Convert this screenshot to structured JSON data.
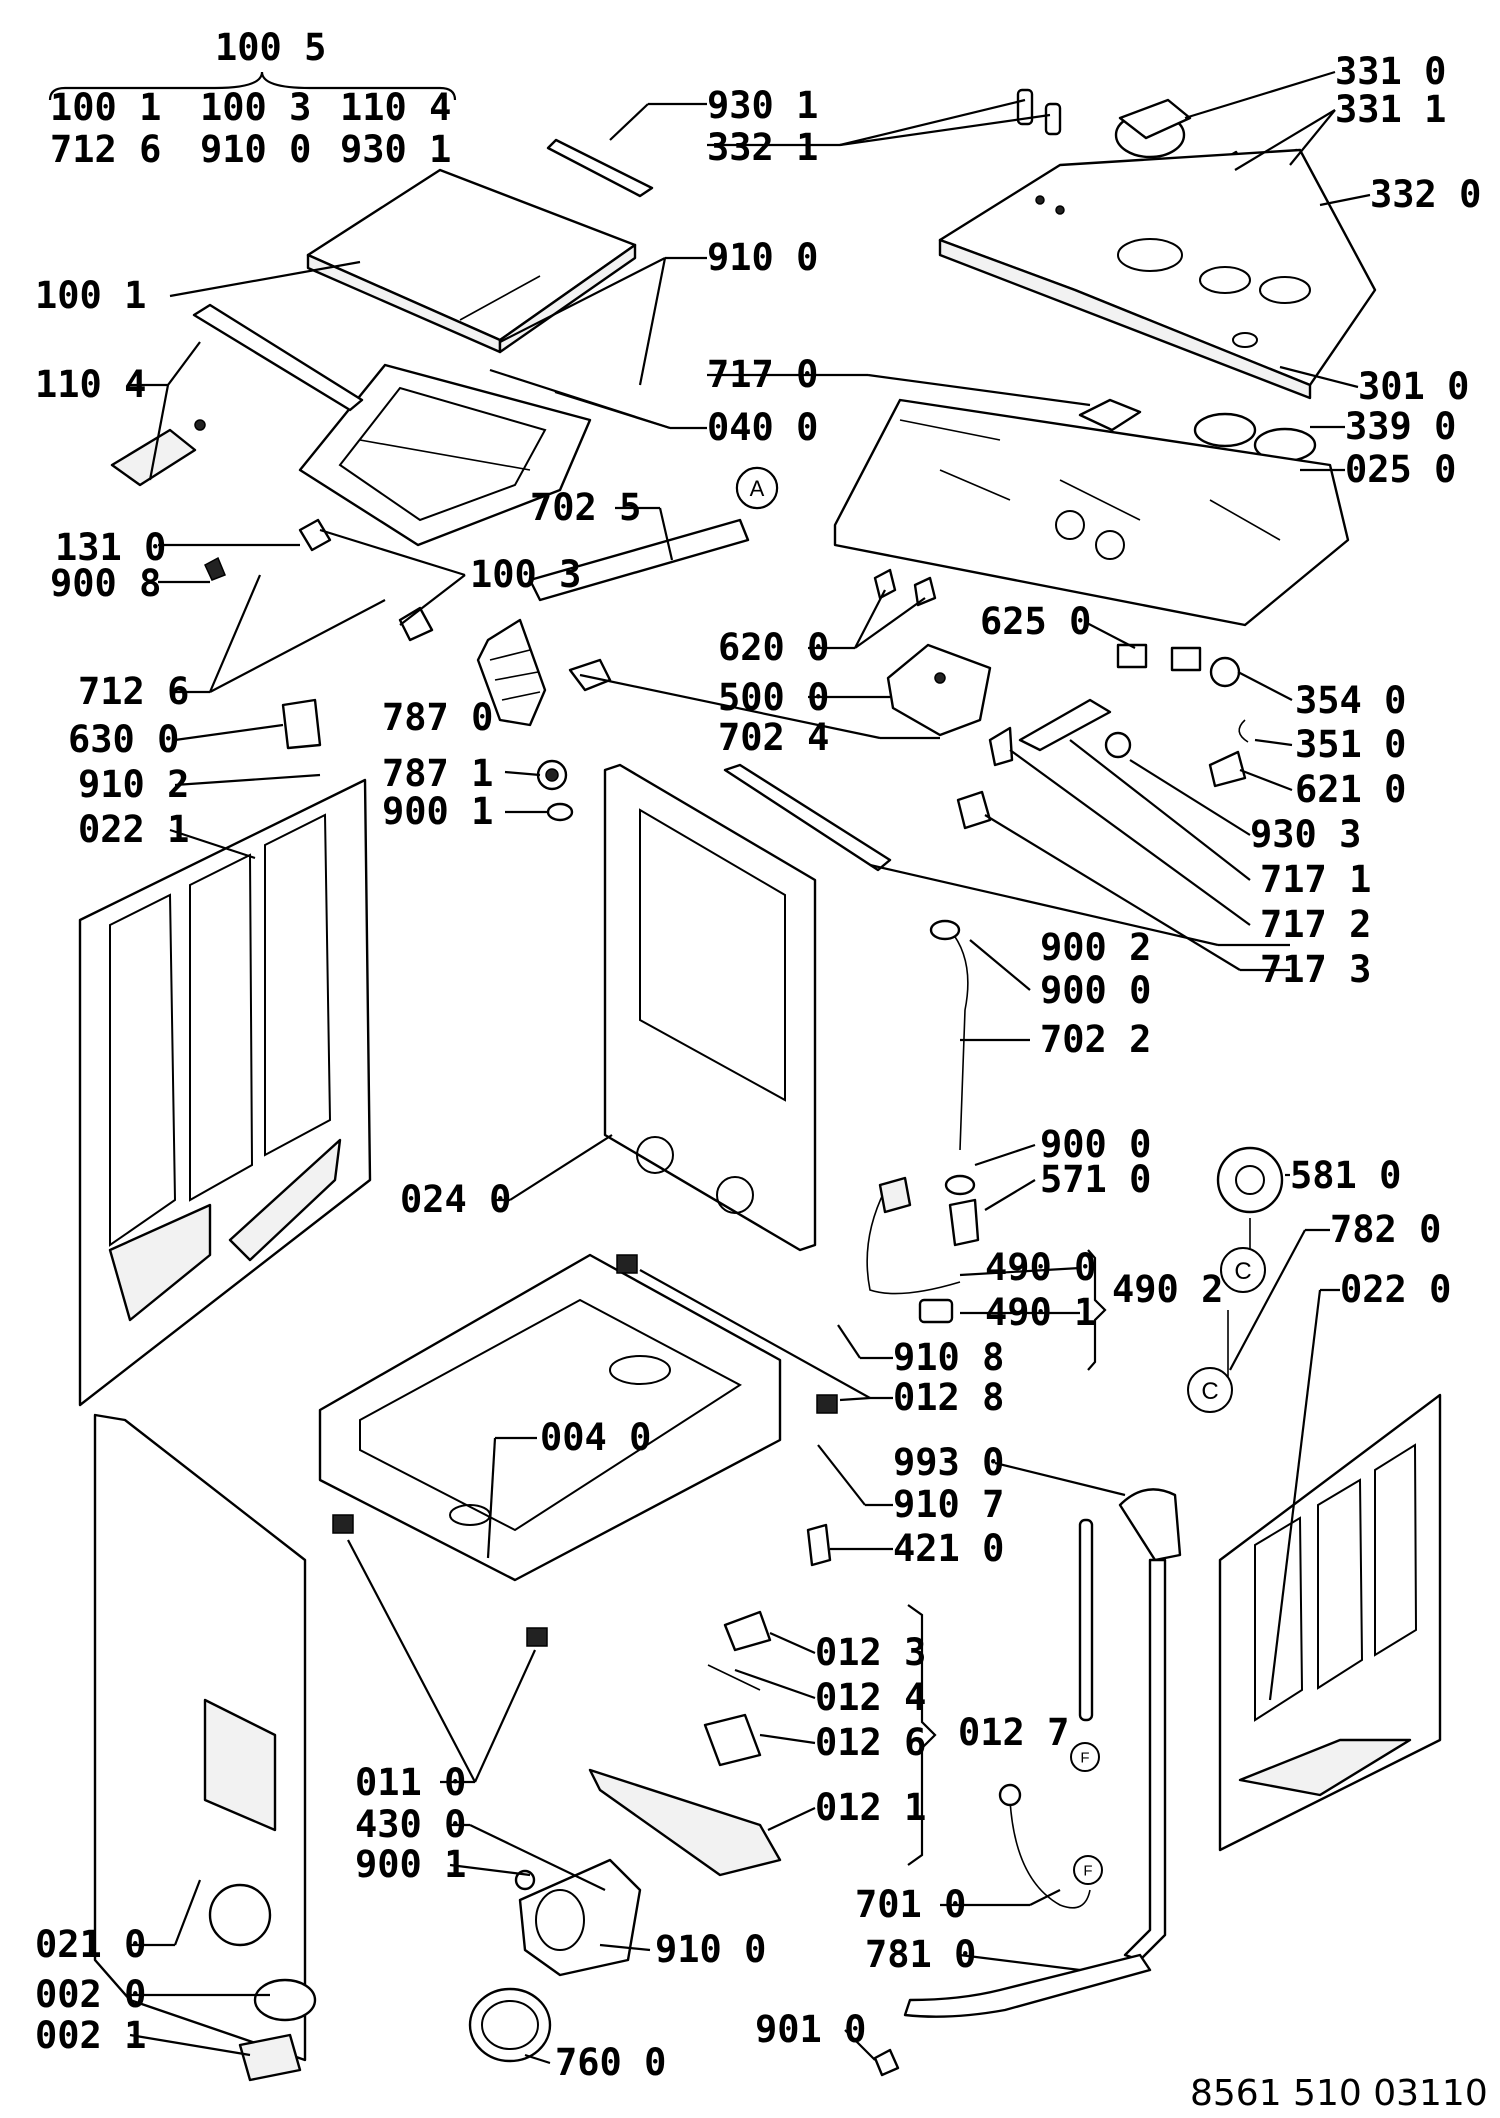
{
  "labels": [
    "100 5",
    "100 1",
    "100 3",
    "110 4",
    "712 6",
    "910 0",
    "930 1",
    "930 1",
    "332 1",
    "331 0",
    "331 1",
    "332 0",
    "100 1",
    "910 0",
    "110 4",
    "717 0",
    "301 0",
    "040 0",
    "339 0",
    "025 0",
    "702 5",
    "131 0",
    "900 8",
    "100 3",
    "712 6",
    "620 0",
    "625 0",
    "787 0",
    "500 0",
    "702 4",
    "354 0",
    "630 0",
    "351 0",
    "787 1",
    "621 0",
    "910 2",
    "900 1",
    "930 3",
    "022 1",
    "717 1",
    "717 2",
    "717 3",
    "900 2",
    "900 0",
    "702 2",
    "900 0",
    "571 0",
    "581 0",
    "024 0",
    "782 0",
    "490 0",
    "490 2",
    "022 0",
    "490 1",
    "910 8",
    "012 8",
    "004 0",
    "993 0",
    "910 7",
    "421 0",
    "012 3",
    "012 4",
    "012 7",
    "012 6",
    "011 0",
    "012 1",
    "430 0",
    "900 1",
    "701 0",
    "021 0",
    "910 0",
    "781 0",
    "002 0",
    "002 1",
    "760 0",
    "901 0"
  ],
  "bubbles": [
    "A",
    "C",
    "C",
    "F",
    "F"
  ],
  "document_number": "8561 510 03110"
}
